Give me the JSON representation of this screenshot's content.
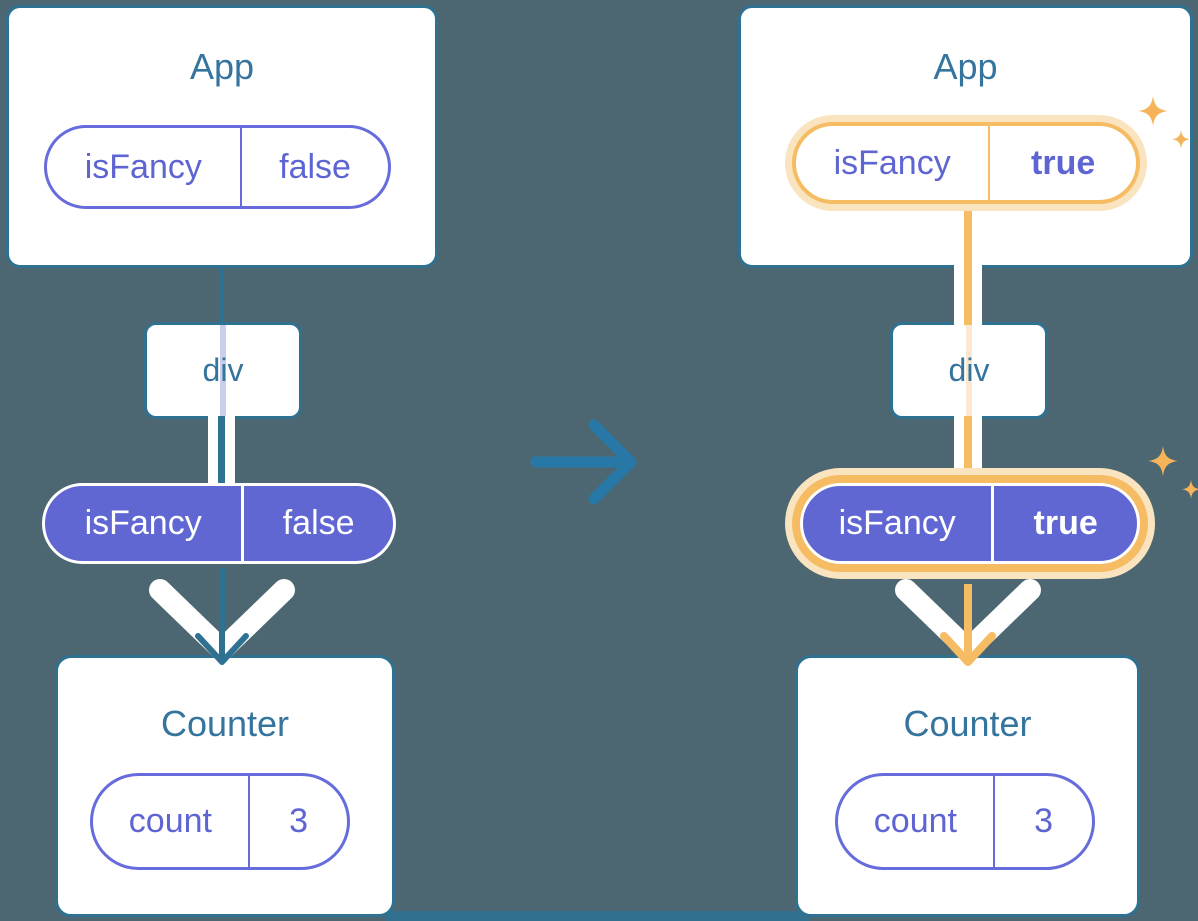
{
  "palette": {
    "background": "#4C6771",
    "card_border_teal": "#2E7191",
    "title_text": "#34749D",
    "purple_fill": "#6067D3",
    "purple_outline": "#666CDB",
    "purple_text": "#5E64D2",
    "highlight_orange": "#F6BC63",
    "highlight_orange_pale": "#FAE3BF",
    "lavender_inner_line": "#C8CEEC",
    "transition_arrow_blue": "#2878A7",
    "white": "#FFFFFF"
  },
  "before": {
    "app": {
      "title": "App",
      "prop": {
        "name": "isFancy",
        "value": "false"
      }
    },
    "container": {
      "title": "div"
    },
    "passed_prop": {
      "name": "isFancy",
      "value": "false"
    },
    "counter": {
      "title": "Counter",
      "state": {
        "name": "count",
        "value": "3"
      }
    }
  },
  "after": {
    "app": {
      "title": "App",
      "prop": {
        "name": "isFancy",
        "value": "true"
      }
    },
    "container": {
      "title": "div"
    },
    "passed_prop": {
      "name": "isFancy",
      "value": "true"
    },
    "counter": {
      "title": "Counter",
      "state": {
        "name": "count",
        "value": "3"
      }
    }
  }
}
